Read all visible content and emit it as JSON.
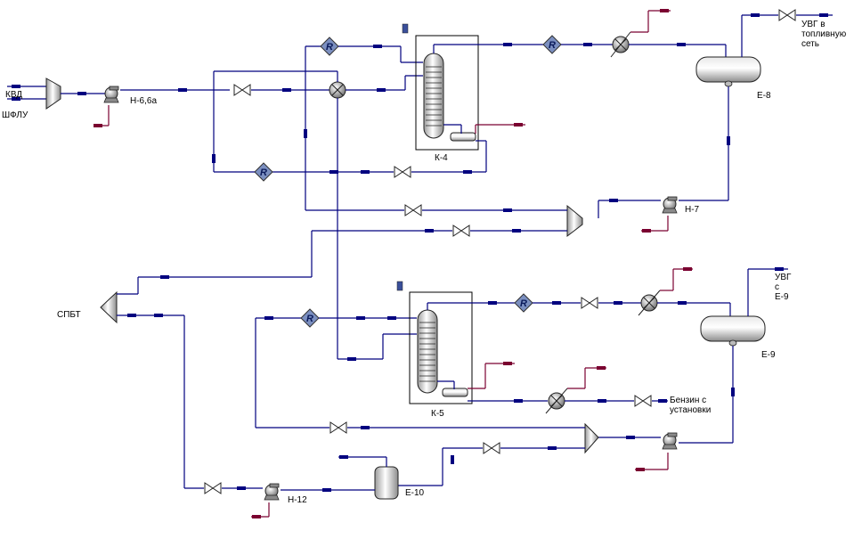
{
  "colors": {
    "material_stream": "#00007f",
    "energy_stream": "#7a0030",
    "recycle": "#5a6fa8",
    "background": "#ffffff"
  },
  "labels": {
    "kvd": "КВД",
    "shflu": "ШФЛУ",
    "pump_n66a": "Н-6,6а",
    "k4": "К-4",
    "e8": "Е-8",
    "uvg_fuel_1": "УВГ в",
    "uvg_fuel_2": "топливную",
    "uvg_fuel_3": "сеть",
    "pump_n7": "Н-7",
    "spbt": "СПБТ",
    "uvg_e9_1": "УВГ",
    "uvg_e9_2": "с",
    "uvg_e9_3": "Е-9",
    "e9": "Е-9",
    "k5": "К-5",
    "gasoline_1": "Бензин с",
    "gasoline_2": "установки",
    "e10": "Е-10",
    "pump_n12": "Н-12",
    "recycle_symbol": "R"
  },
  "icons": {
    "mixer": "mixer-icon",
    "pump": "pump-icon",
    "valve": "valve-icon",
    "heat_exchanger": "heat-exchanger-icon",
    "recycle": "recycle-icon",
    "column": "distillation-column-icon",
    "vessel": "horizontal-vessel-icon",
    "tank": "vertical-tank-icon",
    "spreadsheet": "spreadsheet-icon"
  }
}
